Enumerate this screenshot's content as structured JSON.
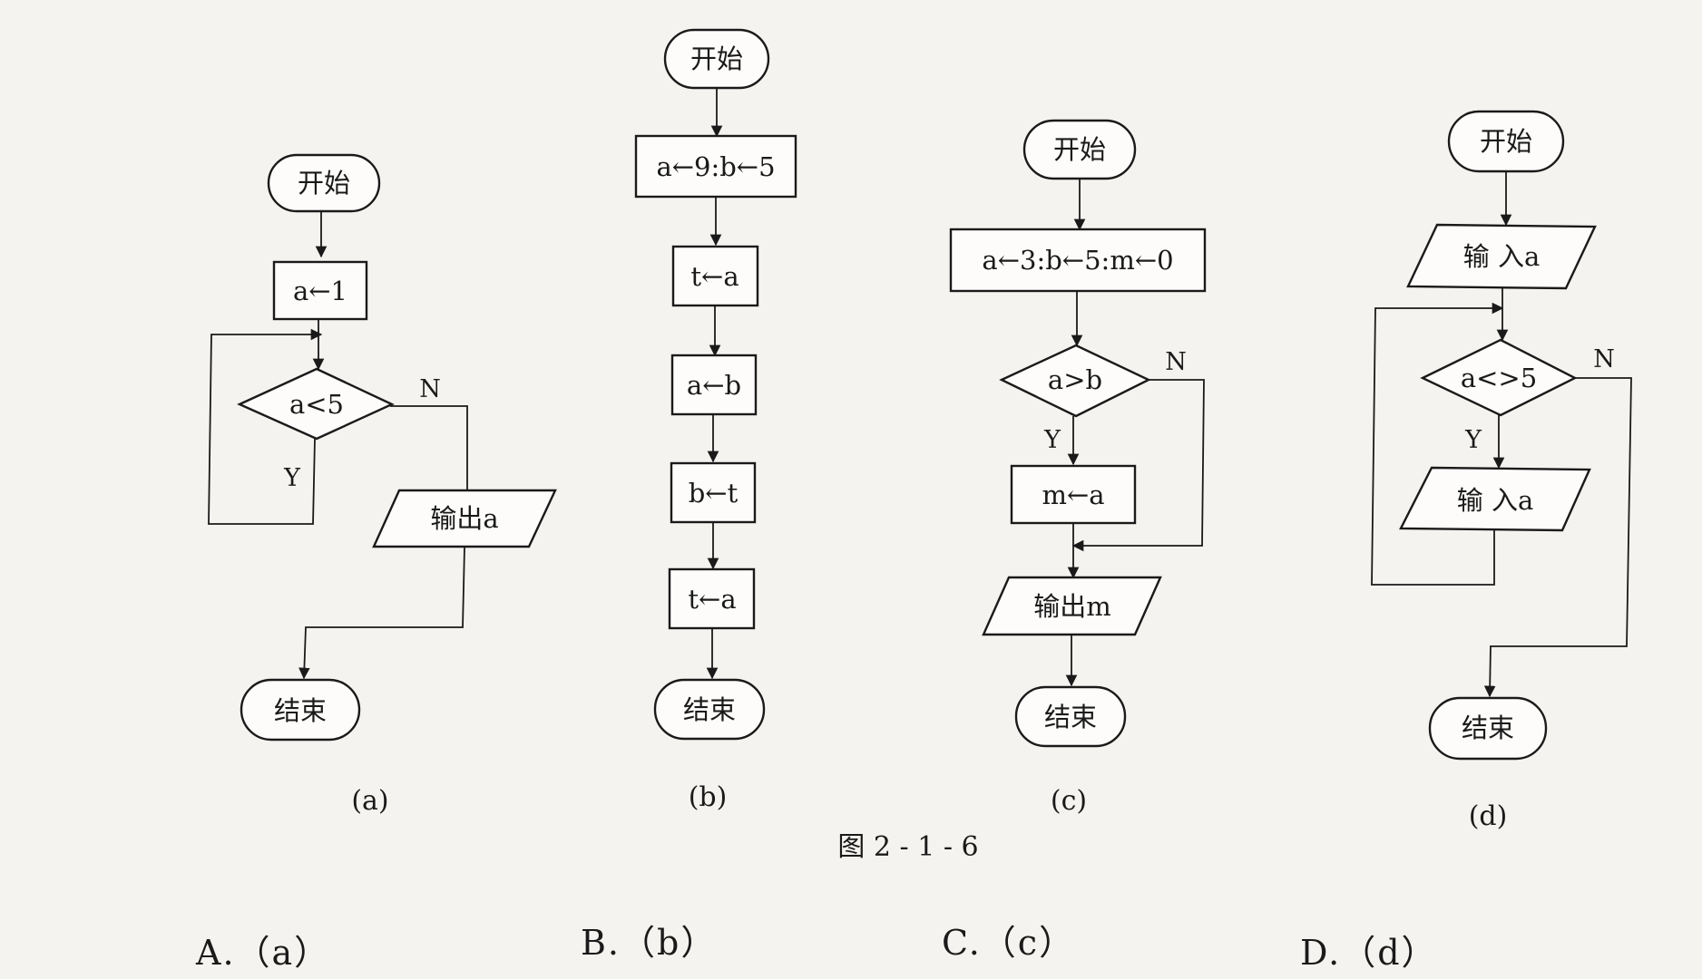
{
  "flowcharts": {
    "a": {
      "start": "开始",
      "assign": "a←1",
      "cond": "a<5",
      "yes": "Y",
      "no": "N",
      "output": "输出a",
      "end": "结束",
      "caption": "(a)"
    },
    "b": {
      "start": "开始",
      "assign1": "a←9:b←5",
      "assign2": "t←a",
      "assign3": "a←b",
      "assign4": "b←t",
      "assign5": "t←a",
      "end": "结束",
      "caption": "(b)"
    },
    "c": {
      "start": "开始",
      "assign": "a←3:b←5:m←0",
      "cond": "a>b",
      "yes": "Y",
      "no": "N",
      "assign2": "m←a",
      "output": "输出m",
      "end": "结束",
      "caption": "(c)"
    },
    "d": {
      "start": "开始",
      "input1": "输 入a",
      "cond": "a<>5",
      "yes": "Y",
      "no": "N",
      "input2": "输 入a",
      "end": "结束",
      "caption": "(d)"
    }
  },
  "figure_caption": "图 2 - 1 - 6",
  "options": {
    "a": "A.（a）",
    "b": "B.（b）",
    "c": "C.（c）",
    "d": "D.（d）"
  }
}
